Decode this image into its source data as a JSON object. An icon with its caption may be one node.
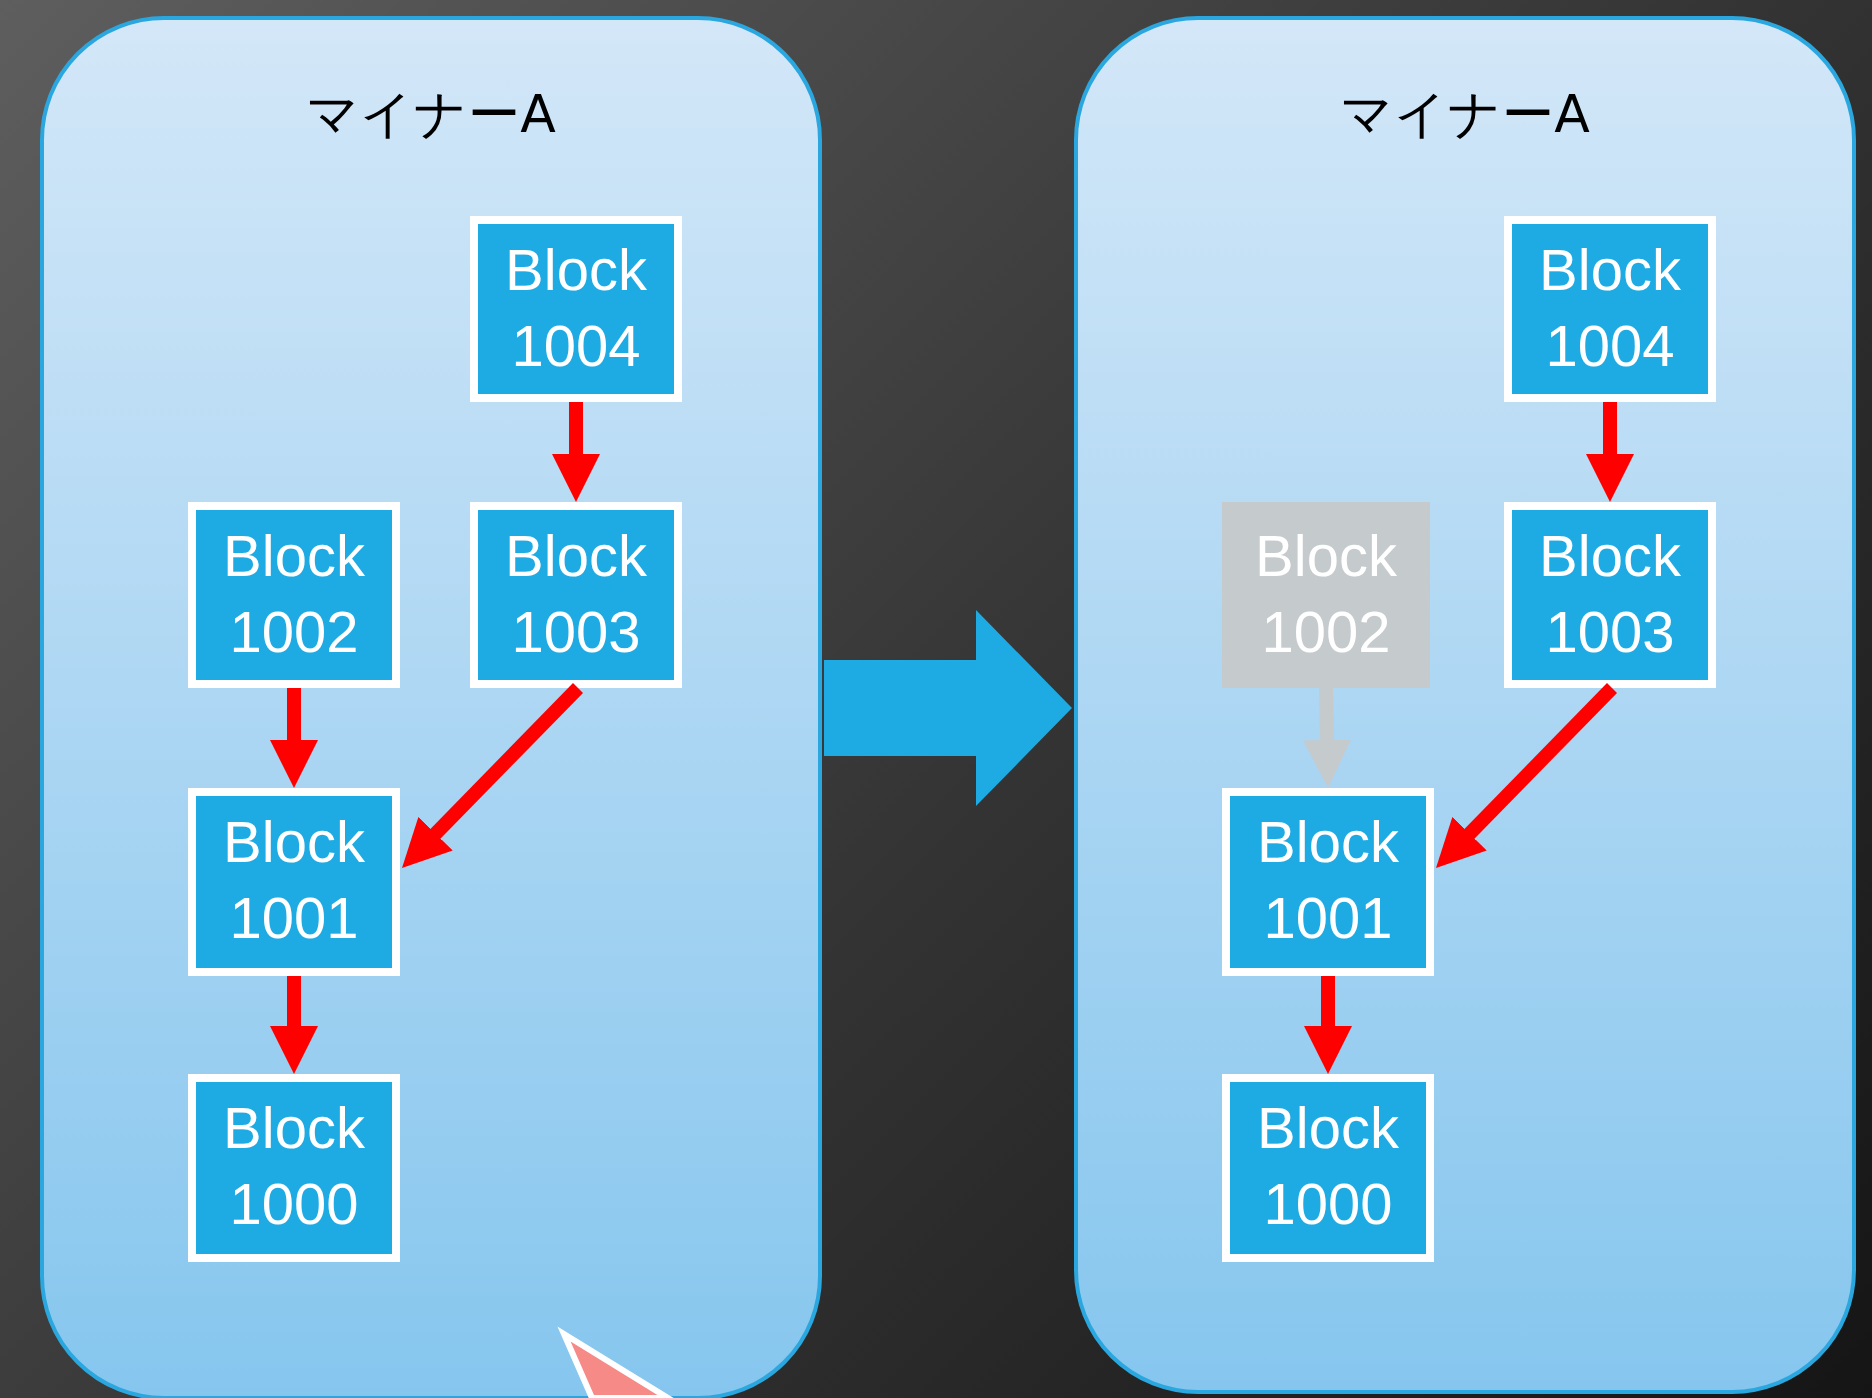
{
  "diagram": {
    "nodes": [
      {
        "text": [
          "マイナーA"
        ]
      },
      {
        "text": [
          "Block 1004"
        ],
        "in": 0
      },
      {
        "text": [
          "Block 1002"
        ],
        "in": 0
      },
      {
        "text": [
          "Block 1003"
        ],
        "in": 0
      },
      {
        "text": [
          "Block 1001"
        ],
        "in": 0
      },
      {
        "text": [
          "Block 1000"
        ],
        "in": 0
      },
      {
        "text": [
          "マイナーA"
        ]
      },
      {
        "text": [
          "Block 1004"
        ],
        "in": 6
      },
      {
        "text": [
          "Block 1002"
        ],
        "in": 6
      },
      {
        "text": [
          "Block 1003"
        ],
        "in": 6
      },
      {
        "text": [
          "Block 1001"
        ],
        "in": 6
      },
      {
        "text": [
          "Block 1000"
        ],
        "in": 6
      }
    ],
    "edges": [
      {
        "from": 1,
        "to": 3,
        "arrow": "to"
      },
      {
        "from": 2,
        "to": 4,
        "arrow": "to"
      },
      {
        "from": 3,
        "to": 4,
        "arrow": "to"
      },
      {
        "from": 4,
        "to": 5,
        "arrow": "to"
      },
      {
        "from": 0,
        "to": 6,
        "arrow": "to",
        "style": "thick",
        "color": "#1eaae2"
      },
      {
        "from": 7,
        "to": 9,
        "arrow": "to"
      },
      {
        "from": 8,
        "to": 10,
        "arrow": "to",
        "color": "#c5cacd"
      },
      {
        "from": 9,
        "to": 10,
        "arrow": "to"
      },
      {
        "from": 10,
        "to": 11,
        "arrow": "to"
      }
    ]
  }
}
